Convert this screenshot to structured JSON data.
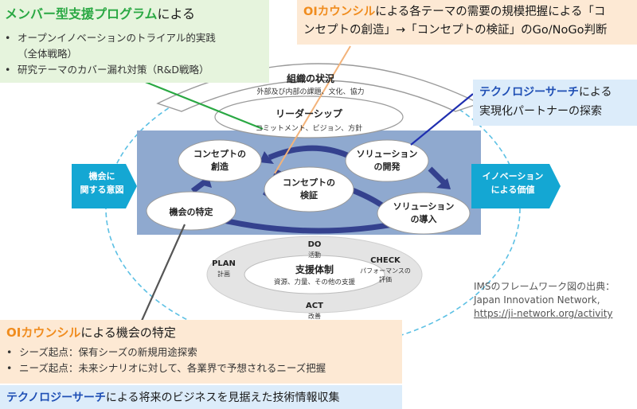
{
  "green_box": {
    "title_highlight": "メンバー型支援プログラム",
    "title_rest": "による",
    "bullets": [
      "オープンイノベーションのトライアル的実践",
      "（全体戦略）",
      "研究テーマのカバー漏れ対策（R&D戦略）"
    ]
  },
  "orange_top": {
    "highlight": "OIカウンシル",
    "line1_rest": "による各テーマの需要の規模把握による「コ",
    "line2": "ンセプトの創造」→「コンセプトの検証」のGo/NoGo判断"
  },
  "blue_right": {
    "highlight": "テクノロジーサーチ",
    "line1_rest": "による",
    "line2": "実現化パートナーの探索"
  },
  "orange_bottom": {
    "highlight": "OIカウンシル",
    "title_rest": "による機会の特定",
    "bullets": [
      "シーズ起点：保有シーズの新規用途探索",
      "ニーズ起点：未来シナリオに対して、各業界で予想されるニーズ把握"
    ]
  },
  "blue_bottom": {
    "highlight": "テクノロジーサーチ",
    "rest": "による将来のビジネスを見据えた技術情報収集"
  },
  "diagram": {
    "org_title": "組織の状況",
    "org_sub": "外部及び内部の課題、文化、協力",
    "leader_title": "リーダーシップ",
    "leader_sub": "コミットメント、ビジョン、方針",
    "left_arrow": [
      "機会に",
      "関する意図"
    ],
    "right_arrow": [
      "イノベーション",
      "による価値"
    ],
    "concept_create": [
      "コンセプトの",
      "創造"
    ],
    "concept_verify": [
      "コンセプトの",
      "検証"
    ],
    "solution_dev": [
      "ソリューション",
      "の開発"
    ],
    "solution_intro": [
      "ソリューション",
      "の導入"
    ],
    "opportunity": "機会の特定",
    "support_title": "支援体制",
    "support_sub": "資源、力量、その他の支援",
    "do_label": "DO",
    "do_sub": "活動",
    "check_label": "CHECK",
    "check_sub": "パフォーマンスの",
    "check_sub2": "評価",
    "plan_label": "PLAN",
    "plan_sub": "計画",
    "act_label": "ACT",
    "act_sub": "改善"
  },
  "source": {
    "line1": "IMSのフレームワーク図の出典：",
    "line2": "Japan Innovation Network,",
    "link": "https://ji-network.org/activity"
  },
  "colors": {
    "green": "#2aa843",
    "orange": "#f08c1e",
    "blue": "#1f4fb5",
    "arrow_cyan": "#14a7d3",
    "panel_blue": "#8fa9cf",
    "cycle_arrow": "#34418e"
  }
}
